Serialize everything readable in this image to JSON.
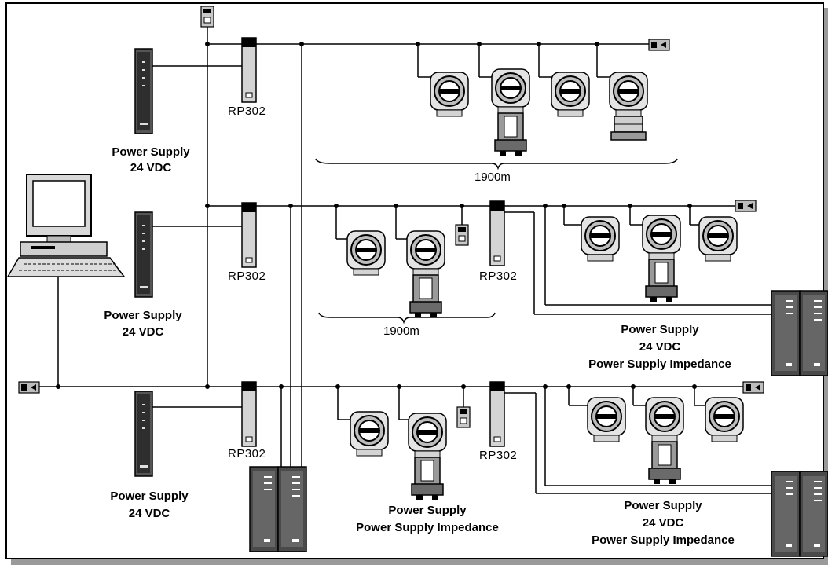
{
  "diagram": {
    "repeater_label": "RP302",
    "labels": {
      "ps_top_line1": "Power Supply",
      "ps_top_line2": "24 VDC",
      "ps_mid_line1": "Power Supply",
      "ps_mid_line2": "24 VDC",
      "ps_bot_line1": "Power Supply",
      "ps_bot_line2": "24 VDC",
      "psi_mid_line1": "Power Supply",
      "psi_mid_line2": "24 VDC",
      "psi_mid_line3": "Power Supply Impedance",
      "psi_center_line1": "Power Supply",
      "psi_center_line2": "Power Supply Impedance",
      "psi_bot_line1": "Power Supply",
      "psi_bot_line2": "24 VDC",
      "psi_bot_line3": "Power Supply Impedance",
      "distance_top": "1900m",
      "distance_mid": "1900m"
    },
    "colors": {
      "line": "#000000",
      "frame_shadow": "#9a9a9a",
      "device_gray": "#bdbdbd"
    }
  }
}
